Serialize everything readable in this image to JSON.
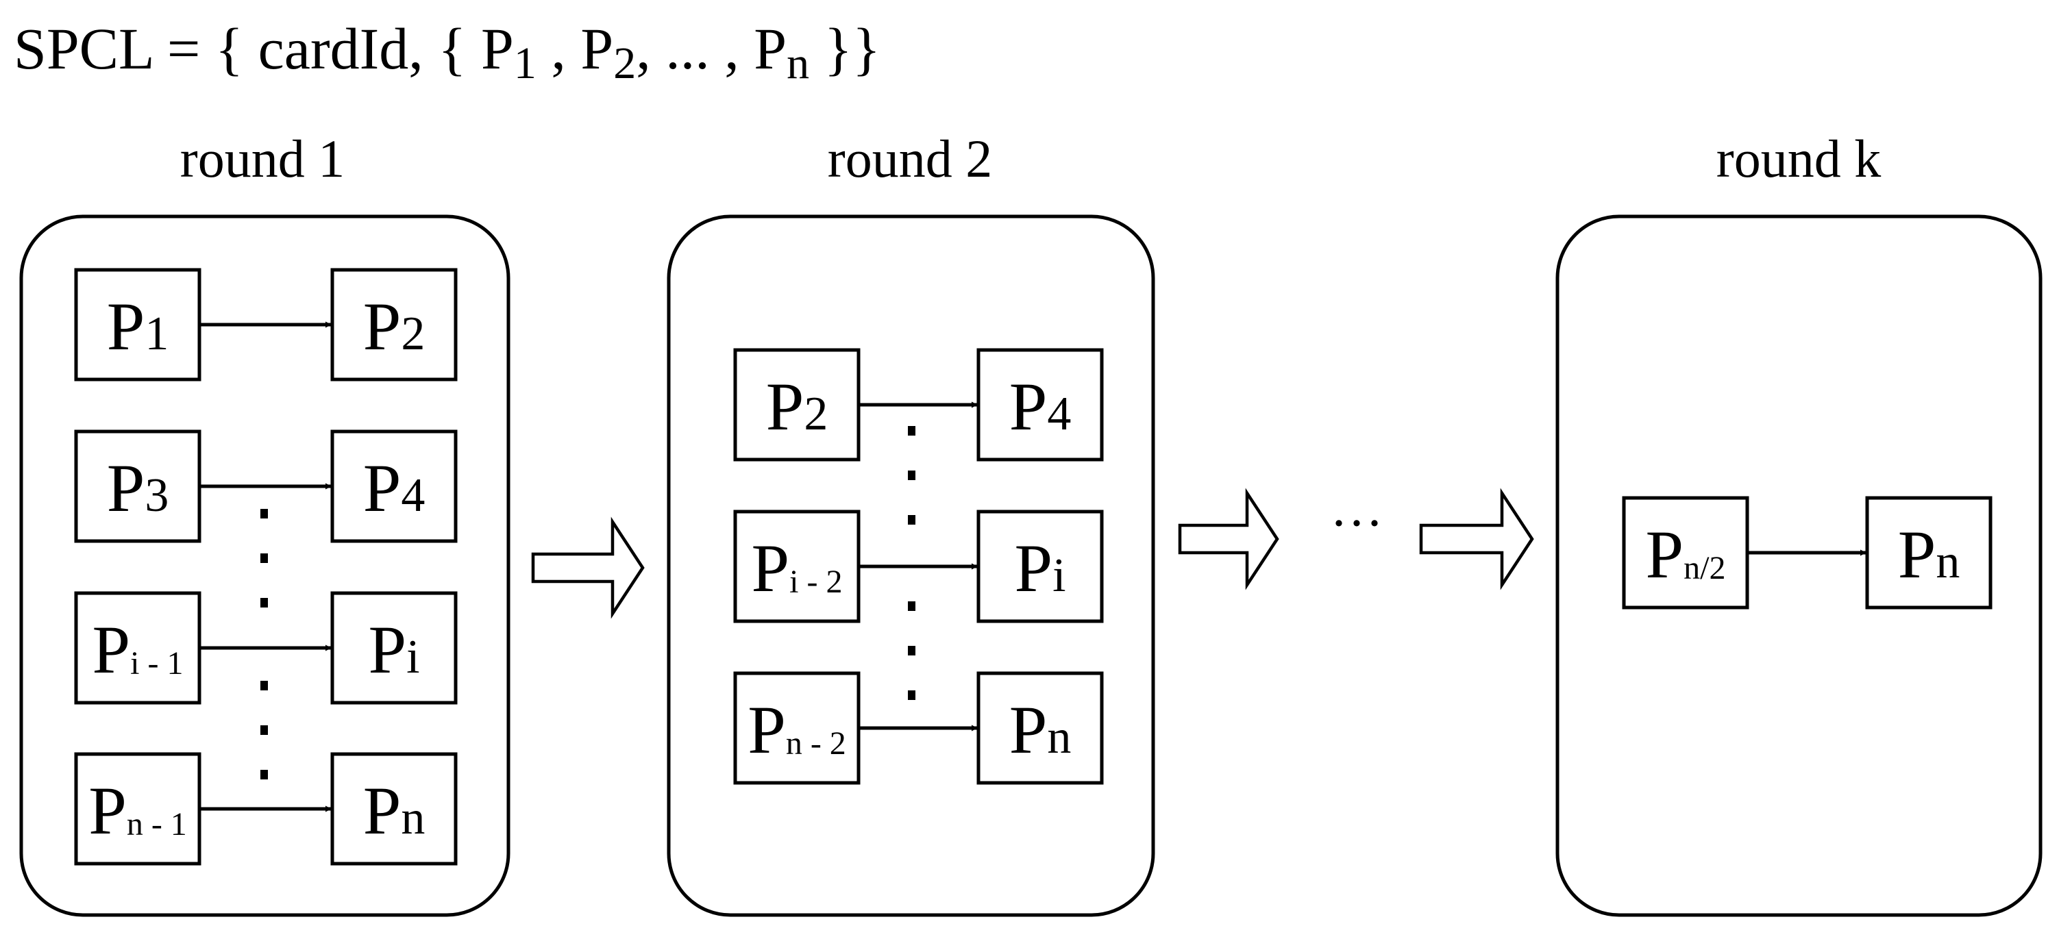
{
  "title": {
    "prefix": "SPCL = { cardId, { P",
    "s1": "1",
    "sep1": " , P",
    "s2": "2",
    "sep2": ", ... , P",
    "sn": "n",
    "suffix": " }}"
  },
  "between_ellipsis": "···",
  "rounds": [
    {
      "label": "round 1",
      "edges": [
        {
          "from": {
            "base": "P",
            "sub": "1"
          },
          "to": {
            "base": "P",
            "sub": "2"
          }
        },
        {
          "from": {
            "base": "P",
            "sub": "3"
          },
          "to": {
            "base": "P",
            "sub": "4"
          }
        },
        {
          "from": {
            "base": "P",
            "sub": "i - 1"
          },
          "to": {
            "base": "P",
            "sub": "i"
          }
        },
        {
          "from": {
            "base": "P",
            "sub": "n - 1"
          },
          "to": {
            "base": "P",
            "sub": "n"
          }
        }
      ]
    },
    {
      "label": "round 2",
      "edges": [
        {
          "from": {
            "base": "P",
            "sub": "2"
          },
          "to": {
            "base": "P",
            "sub": "4"
          }
        },
        {
          "from": {
            "base": "P",
            "sub": "i - 2"
          },
          "to": {
            "base": "P",
            "sub": "i"
          }
        },
        {
          "from": {
            "base": "P",
            "sub": "n - 2"
          },
          "to": {
            "base": "P",
            "sub": "n"
          }
        }
      ]
    },
    {
      "label": "round k",
      "edges": [
        {
          "from": {
            "base": "P",
            "sub": "n/2"
          },
          "to": {
            "base": "P",
            "sub": "n"
          }
        }
      ]
    }
  ]
}
